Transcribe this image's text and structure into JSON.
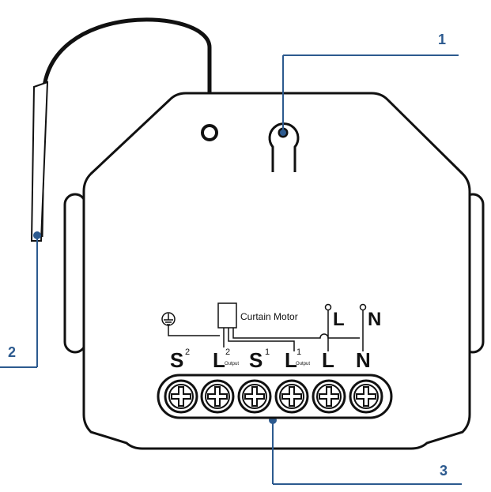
{
  "callouts": [
    {
      "number": "1",
      "target": "mounting-hole"
    },
    {
      "number": "2",
      "target": "antenna-wire"
    },
    {
      "number": "3",
      "target": "terminal-block"
    }
  ],
  "terminals": [
    {
      "letter": "S",
      "sup": "2",
      "sub": ""
    },
    {
      "letter": "L",
      "sup": "2",
      "sub": "Output"
    },
    {
      "letter": "S",
      "sup": "1",
      "sub": ""
    },
    {
      "letter": "L",
      "sup": "1",
      "sub": "Output"
    },
    {
      "letter": "L",
      "sup": "",
      "sub": ""
    },
    {
      "letter": "N",
      "sup": "",
      "sub": ""
    }
  ],
  "wiring": {
    "motor_label": "Curtain Motor",
    "line_label": "L",
    "neutral_label": "N",
    "ground_symbol": "ground-icon"
  },
  "colors": {
    "outline": "#111111",
    "callout": "#2c5a8f"
  }
}
